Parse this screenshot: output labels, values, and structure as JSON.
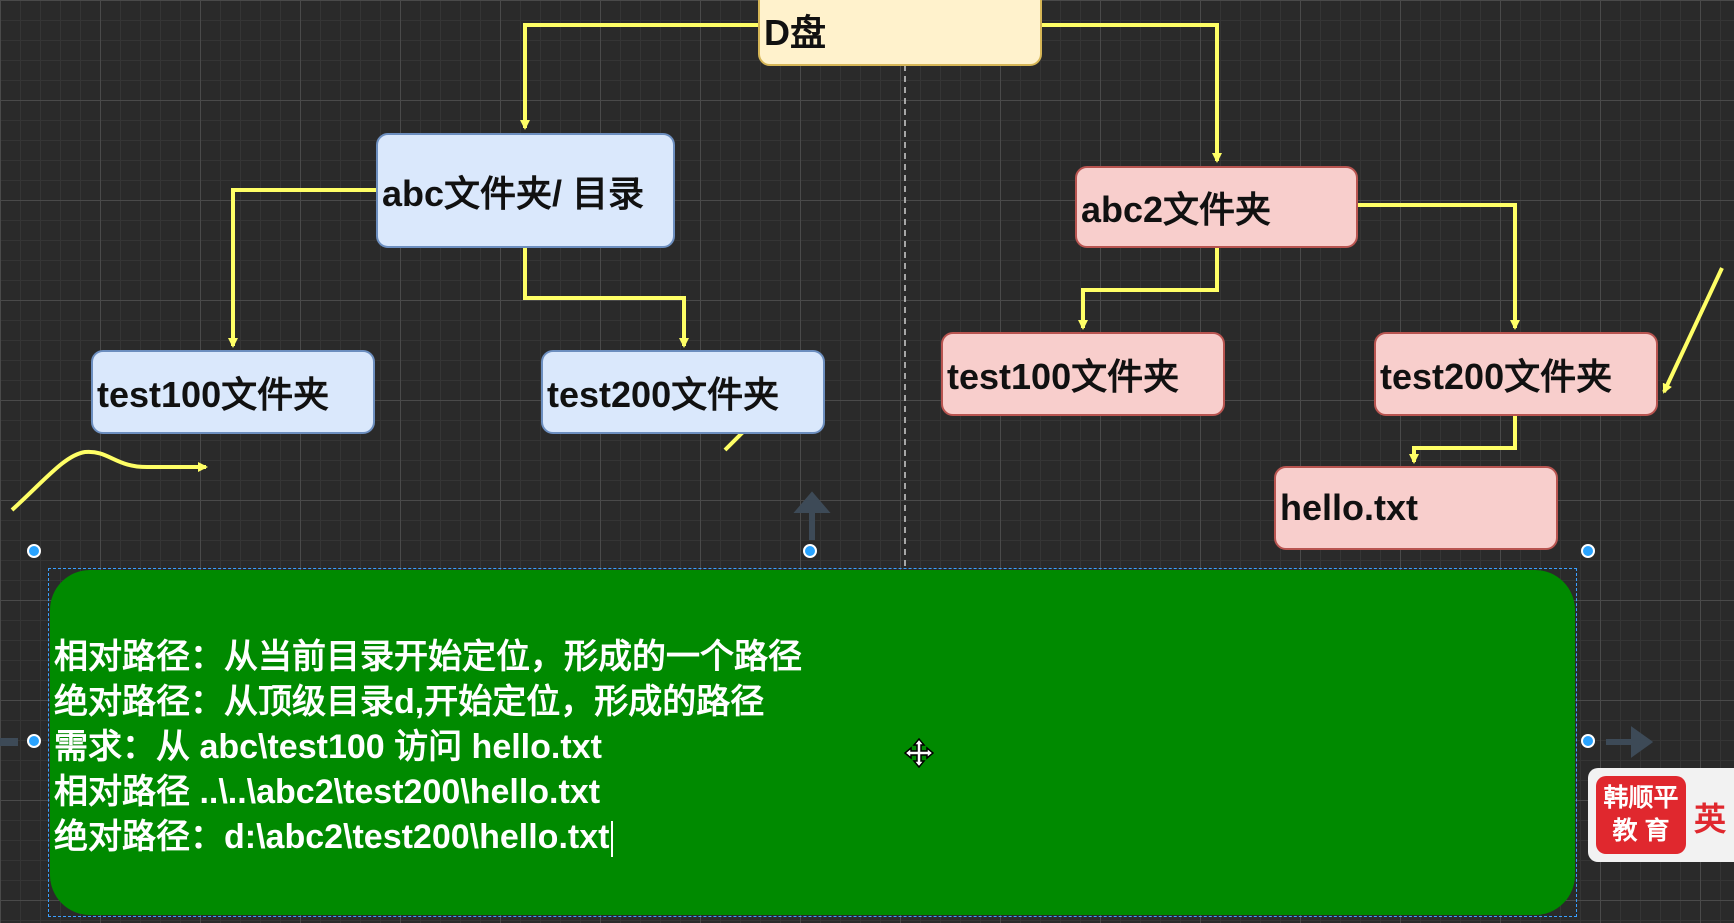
{
  "nodes": {
    "d_drive": "D盘",
    "abc": "abc文件夹/ 目录",
    "abc_test100": "test100文件夹",
    "abc_test200": "test200文件夹",
    "abc2": "abc2文件夹",
    "abc2_test100": "test100文件夹",
    "abc2_test200": "test200文件夹",
    "hello": "hello.txt"
  },
  "panel": {
    "lines": [
      "相对路径：从当前目录开始定位，形成的一个路径",
      "绝对路径：从顶级目录d,开始定位，形成的路径",
      "需求：从 abc\\test100 访问 hello.txt",
      "相对路径  ..\\..\\abc2\\test200\\hello.txt",
      "绝对路径：d:\\abc2\\test200\\hello.txt"
    ]
  },
  "logo": {
    "line1": "韩顺平",
    "line2": "教 育",
    "side_text": "英"
  },
  "colors": {
    "connector": "#ffff66",
    "panel": "#008a00",
    "blue_fill": "#dae8fc",
    "red_fill": "#f8cecc",
    "yellow_fill": "#fff2cc"
  }
}
